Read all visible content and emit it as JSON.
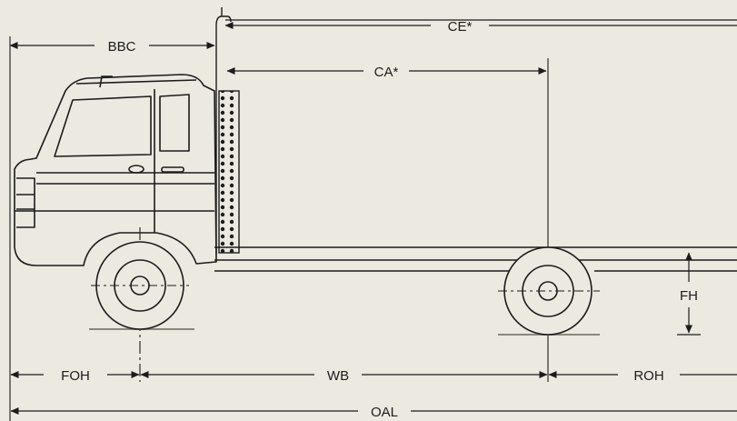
{
  "labels": {
    "ce": "CE*",
    "bbc": "BBC",
    "ca": "CA*",
    "fh": "FH",
    "foh": "FOH",
    "wb": "WB",
    "roh": "ROH",
    "oal": "OAL"
  },
  "colors": {
    "ink": "#1c1c1c",
    "paper": "#ece9e1",
    "ground": "#b9b4aa"
  }
}
